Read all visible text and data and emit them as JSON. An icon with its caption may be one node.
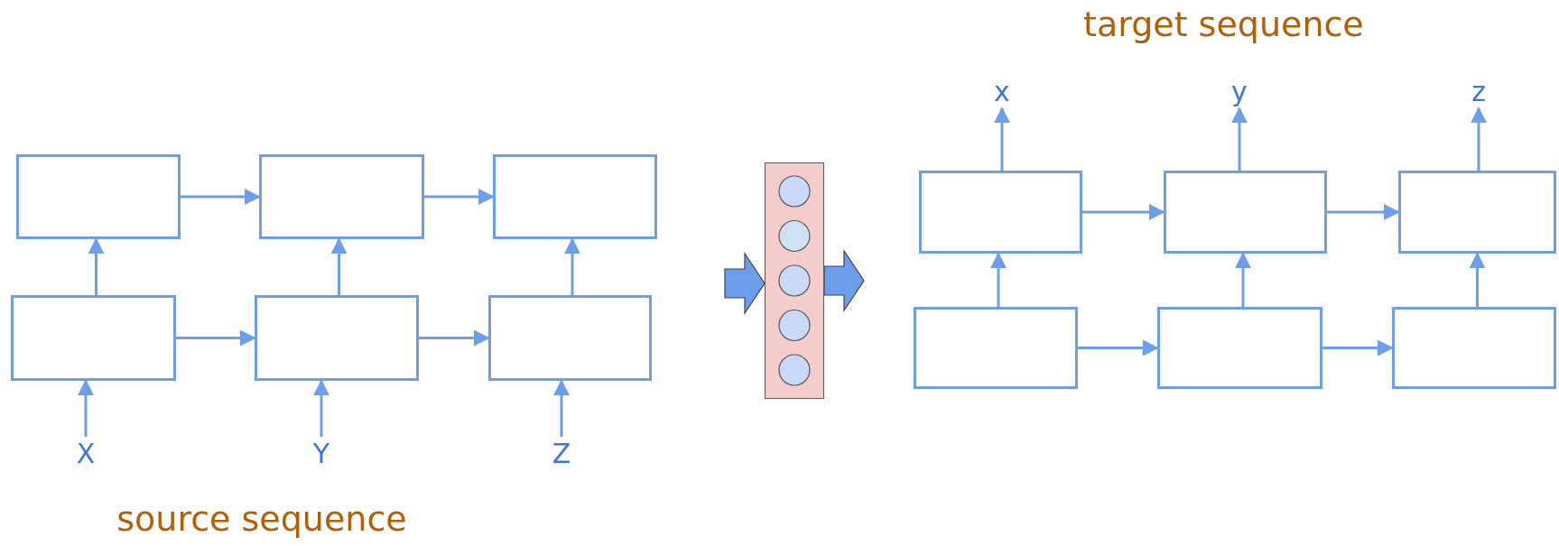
{
  "diagram": {
    "nodes": [
      {
        "text": [
          "X"
        ]
      },
      {
        "text": [
          "Y"
        ]
      },
      {
        "text": [
          "Z"
        ]
      },
      {
        "text": [],
        "shape": "box"
      },
      {
        "text": [],
        "shape": "box"
      },
      {
        "text": [],
        "shape": "box"
      },
      {
        "text": [],
        "shape": "box"
      },
      {
        "text": [],
        "shape": "box"
      },
      {
        "text": [],
        "shape": "box"
      },
      {
        "text": [],
        "shape": "bar"
      },
      {
        "text": [],
        "shape": "box"
      },
      {
        "text": [],
        "shape": "box"
      },
      {
        "text": [],
        "shape": "box"
      },
      {
        "text": [],
        "shape": "box"
      },
      {
        "text": [],
        "shape": "box"
      },
      {
        "text": [],
        "shape": "box"
      },
      {
        "text": [
          "x"
        ]
      },
      {
        "text": [
          "y"
        ]
      },
      {
        "text": [
          "z"
        ]
      }
    ],
    "edges": [
      {
        "from": 0,
        "to": 3,
        "arrow": "to"
      },
      {
        "from": 1,
        "to": 4,
        "arrow": "to"
      },
      {
        "from": 2,
        "to": 5,
        "arrow": "to"
      },
      {
        "from": 3,
        "to": 6,
        "arrow": "to"
      },
      {
        "from": 4,
        "to": 7,
        "arrow": "to"
      },
      {
        "from": 5,
        "to": 8,
        "arrow": "to"
      },
      {
        "from": 3,
        "to": 4,
        "arrow": "to"
      },
      {
        "from": 4,
        "to": 5,
        "arrow": "to"
      },
      {
        "from": 6,
        "to": 7,
        "arrow": "to"
      },
      {
        "from": 7,
        "to": 8,
        "arrow": "to"
      },
      {
        "from": null,
        "to": 9,
        "arrow": "to",
        "style": "thick"
      },
      {
        "from": 9,
        "to": null,
        "arrow": "to",
        "style": "thick"
      },
      {
        "from": 10,
        "to": 13,
        "arrow": "to"
      },
      {
        "from": 11,
        "to": 14,
        "arrow": "to"
      },
      {
        "from": 12,
        "to": 15,
        "arrow": "to"
      },
      {
        "from": 10,
        "to": 11,
        "arrow": "to"
      },
      {
        "from": 11,
        "to": 12,
        "arrow": "to"
      },
      {
        "from": 13,
        "to": 14,
        "arrow": "to"
      },
      {
        "from": 14,
        "to": 15,
        "arrow": "to"
      },
      {
        "from": 13,
        "to": 16,
        "arrow": "to"
      },
      {
        "from": 14,
        "to": 17,
        "arrow": "to"
      },
      {
        "from": 15,
        "to": 18,
        "arrow": "to"
      }
    ],
    "labels": [
      "target sequence",
      "source sequence"
    ]
  }
}
